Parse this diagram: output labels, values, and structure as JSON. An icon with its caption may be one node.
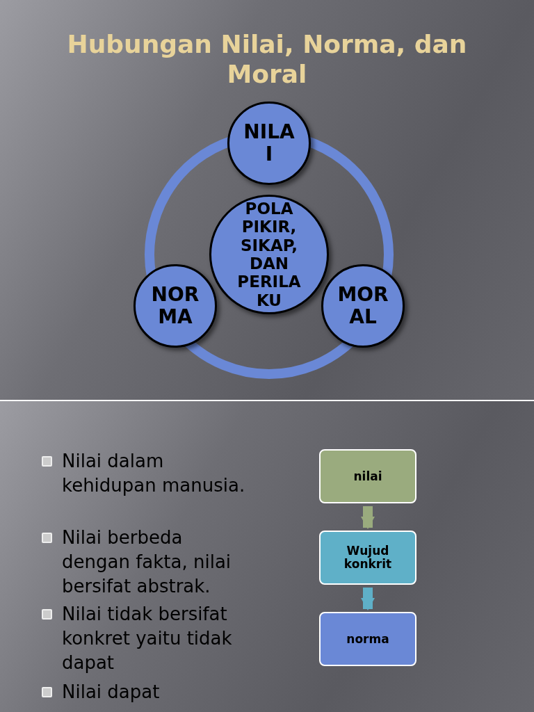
{
  "diagram": {
    "title": "Hubungan Nilai, Norma, dan Moral",
    "nodes": [
      {
        "text": [
          "NILAI"
        ]
      },
      {
        "text": [
          "POLA PIKIR, SIKAP, DAN PERILAKU"
        ]
      },
      {
        "text": [
          "NORMA"
        ]
      },
      {
        "text": [
          "MORAL"
        ]
      },
      {
        "text": [
          "nilai"
        ]
      },
      {
        "text": [
          "Wujud konkrit"
        ]
      },
      {
        "text": [
          "norma"
        ]
      }
    ],
    "edges": [
      {
        "from": 0,
        "to": 3,
        "arrow": "none"
      },
      {
        "from": 3,
        "to": 2,
        "arrow": "none"
      },
      {
        "from": 2,
        "to": 0,
        "arrow": "none"
      },
      {
        "from": 4,
        "to": 5,
        "arrow": "to",
        "color": "#9aab7e"
      },
      {
        "from": 5,
        "to": 6,
        "arrow": "to",
        "color": "#5fb0c8"
      }
    ],
    "labels": [
      "Nilai dalam kehidupan manusia.",
      "Nilai berbeda dengan fakta, nilai bersifat abstrak.",
      "Nilai tidak bersifat konkret yaitu tidak dapat",
      "Nilai dapat"
    ]
  }
}
